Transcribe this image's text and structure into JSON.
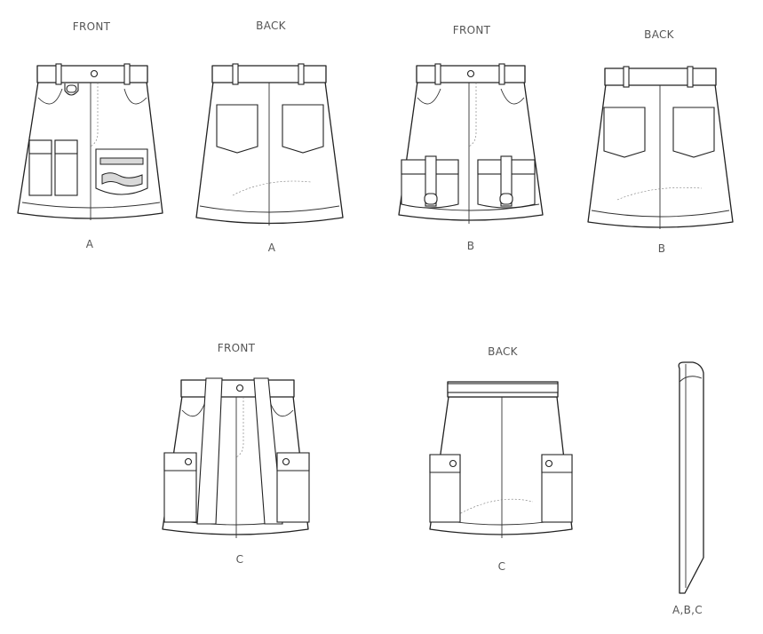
{
  "views": {
    "a_front": {
      "heading": "FRONT",
      "caption": "A"
    },
    "a_back": {
      "heading": "BACK",
      "caption": "A"
    },
    "b_front": {
      "heading": "FRONT",
      "caption": "B"
    },
    "b_back": {
      "heading": "BACK",
      "caption": "B"
    },
    "c_front": {
      "heading": "FRONT",
      "caption": "C"
    },
    "c_back": {
      "heading": "BACK",
      "caption": "C"
    },
    "belt": {
      "caption": "A,B,C"
    }
  }
}
